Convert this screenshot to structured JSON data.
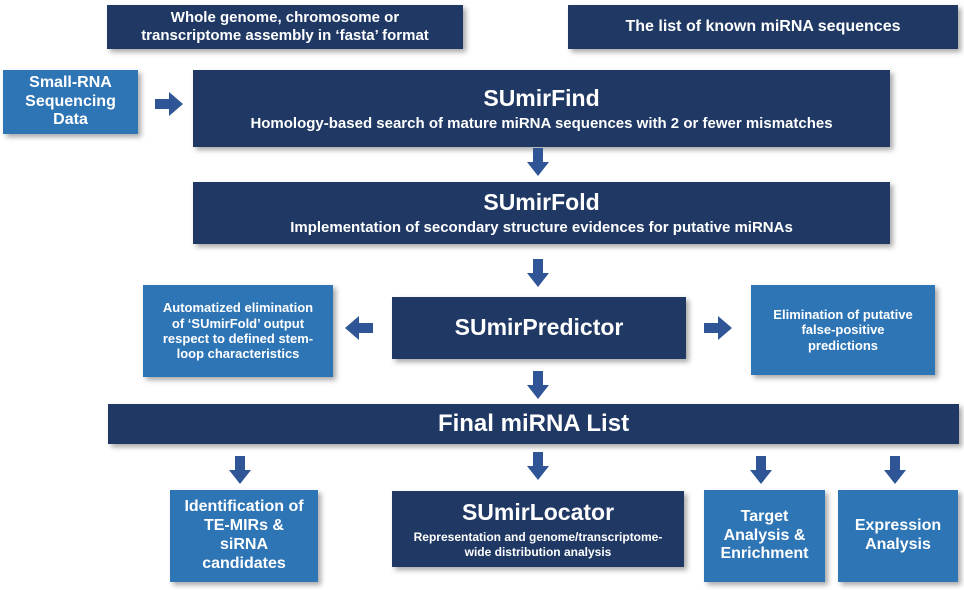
{
  "colors": {
    "dark_box": "#1f3864",
    "light_box": "#2e75b6",
    "arrow": "#2f5597"
  },
  "input_genome": "Whole genome, chromosome or\ntranscriptome assembly in ‘fasta’ format",
  "input_known": "The list of known miRNA sequences",
  "input_smallrna": "Small-RNA\nSequencing\nData",
  "sumirfind": {
    "title": "SUmirFind",
    "desc": "Homology-based search of mature miRNA sequences with 2 or fewer mismatches"
  },
  "sumirfold": {
    "title": "SUmirFold",
    "desc": "Implementation of secondary structure evidences for putative miRNAs"
  },
  "sumirpredictor": {
    "title": "SUmirPredictor"
  },
  "elim_left": "Automatized elimination\nof ‘SUmirFold’ output\nrespect to defined stem-\nloop characteristics",
  "elim_right": "Elimination of putative\nfalse-positive\npredictions",
  "final_list": "Final miRNA List",
  "te_mirs": "Identification of\nTE-MIRs &\nsiRNA\ncandidates",
  "sumirlocator": {
    "title": "SUmirLocator",
    "desc": "Representation and genome/transcriptome-\nwide distribution analysis"
  },
  "target": "Target\nAnalysis &\nEnrichment",
  "expression": "Expression\nAnalysis"
}
